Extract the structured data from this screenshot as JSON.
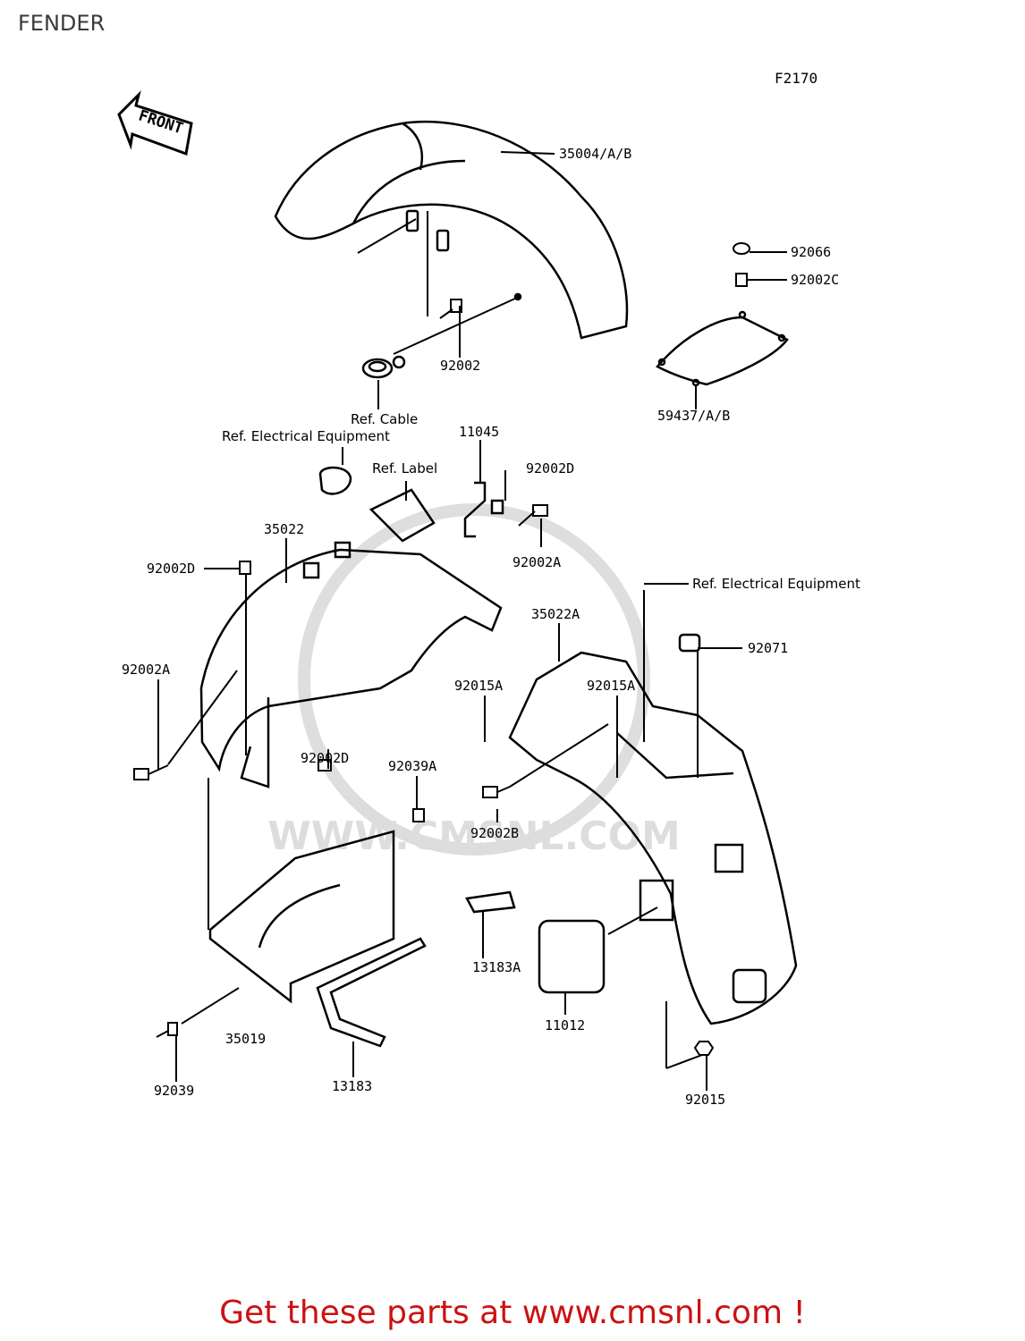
{
  "title": "FENDER",
  "figure_id": "F2170",
  "front_arrow_text": "FRONT",
  "watermark": "WWW.CMSNL.COM",
  "footer_text": "Get these parts at www.cmsnl.com !",
  "labels": {
    "p35004": "35004/A/B",
    "p92066": "92066",
    "p92002C": "92002C",
    "p92002": "92002",
    "p59437": "59437/A/B",
    "ref_cable": "Ref. Cable",
    "ref_elec_1": "Ref. Electrical Equipment",
    "p11045": "11045",
    "ref_label": "Ref. Label",
    "p92002D_top": "92002D",
    "p35022": "35022",
    "p92002D_left": "92002D",
    "p92002A_right": "92002A",
    "ref_elec_2": "Ref. Electrical Equipment",
    "p35022A": "35022A",
    "p92071": "92071",
    "p92002A_left": "92002A",
    "p92015A_1": "92015A",
    "p92015A_2": "92015A",
    "p92002D_bottom": "92002D",
    "p92039A": "92039A",
    "p92002B": "92002B",
    "p13183A": "13183A",
    "p11012": "11012",
    "p35019": "35019",
    "p92039": "92039",
    "p13183": "13183",
    "p92015": "92015"
  }
}
